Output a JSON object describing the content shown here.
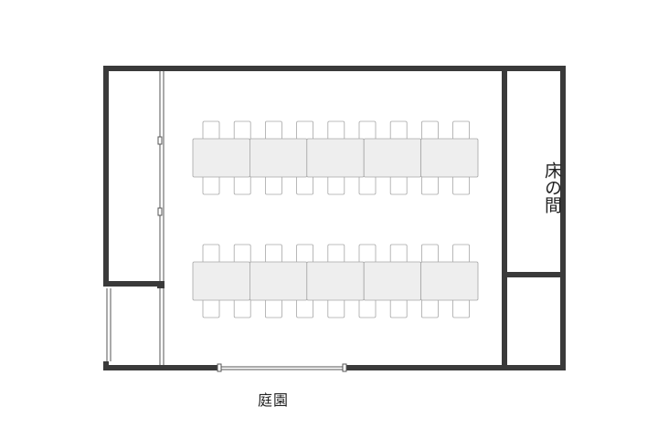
{
  "labels": {
    "alcove": "床の間",
    "garden": "庭園"
  },
  "layout": {
    "table_rows": 2,
    "table_segments_per_row": 5,
    "seats_per_side_per_row": 9
  },
  "colors": {
    "wall": "#3a3a3a",
    "table_fill": "#eeeeee",
    "furniture_stroke": "#a6a6a6",
    "background": "#ffffff"
  }
}
